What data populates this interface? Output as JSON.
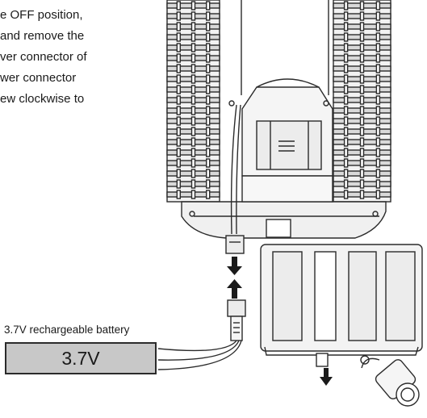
{
  "instructions": [
    "e OFF position,",
    "and remove the",
    "ver connector of",
    "wer connector",
    "ew clockwise to"
  ],
  "battery": {
    "caption": "3.7V rechargeable battery",
    "label": "3.7V",
    "fill_color": "#c8c8c8"
  },
  "colors": {
    "line": "#2b2b2b",
    "light_fill": "#ececec"
  }
}
